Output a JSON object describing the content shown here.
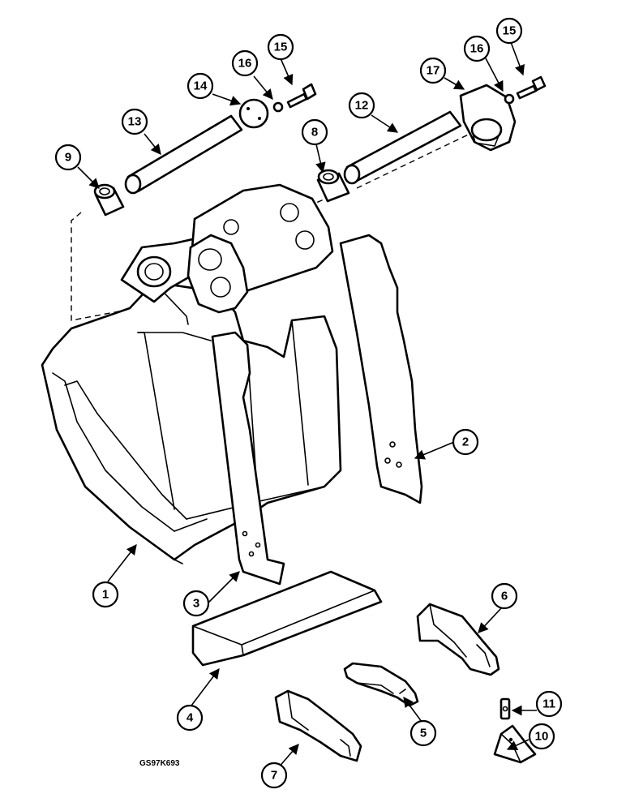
{
  "diagram_code": "GS97K693",
  "callouts": {
    "c1": "1",
    "c2": "2",
    "c3": "3",
    "c4": "4",
    "c5": "5",
    "c6": "6",
    "c7": "7",
    "c8": "8",
    "c9": "9",
    "c10": "10",
    "c11": "11",
    "c12": "12",
    "c13": "13",
    "c14": "14",
    "c15a": "15",
    "c15b": "15",
    "c16a": "16",
    "c16b": "16",
    "c17": "17"
  }
}
